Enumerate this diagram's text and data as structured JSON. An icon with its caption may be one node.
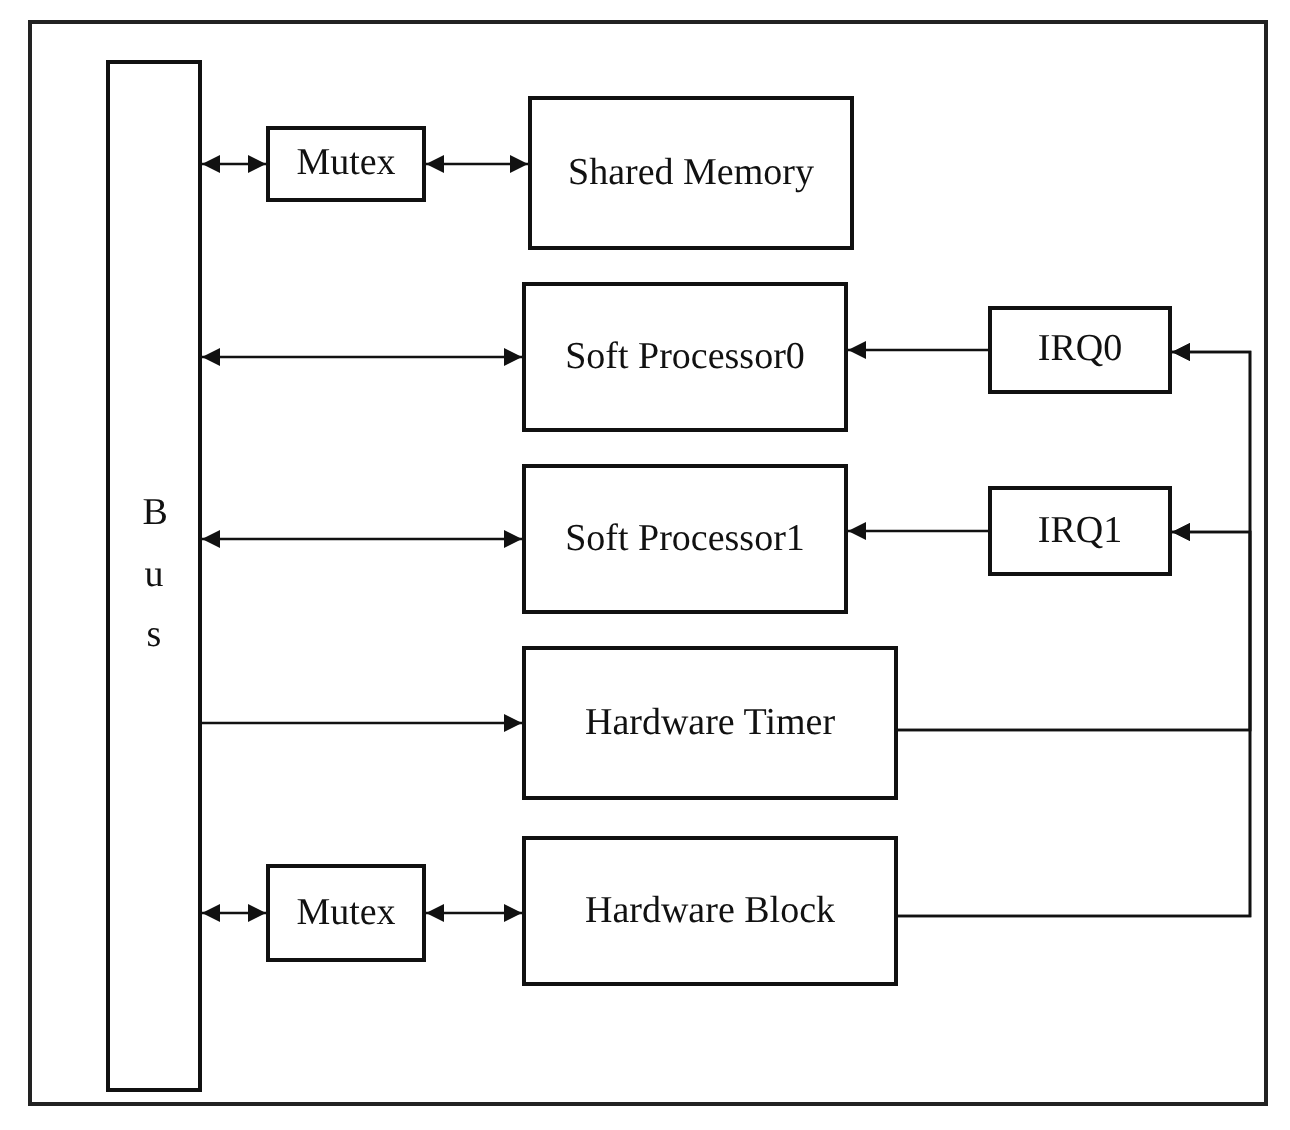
{
  "diagram": {
    "nodes": [
      {
        "text": [
          "Bus"
        ]
      },
      {
        "text": [
          "Mutex"
        ]
      },
      {
        "text": [
          "Shared Memory"
        ]
      },
      {
        "text": [
          "Soft Processor0"
        ]
      },
      {
        "text": [
          "IRQ0"
        ]
      },
      {
        "text": [
          "Soft Processor1"
        ]
      },
      {
        "text": [
          "IRQ1"
        ]
      },
      {
        "text": [
          "Hardware Timer"
        ]
      },
      {
        "text": [
          "Mutex"
        ]
      },
      {
        "text": [
          "Hardware Block"
        ]
      }
    ],
    "edges": [
      {
        "from": 0,
        "to": 1,
        "arrow": "both"
      },
      {
        "from": 1,
        "to": 2,
        "arrow": "both"
      },
      {
        "from": 0,
        "to": 3,
        "arrow": "both"
      },
      {
        "from": 4,
        "to": 3,
        "arrow": "to"
      },
      {
        "from": 0,
        "to": 5,
        "arrow": "both"
      },
      {
        "from": 6,
        "to": 5,
        "arrow": "to"
      },
      {
        "from": 0,
        "to": 7,
        "arrow": "to"
      },
      {
        "from": 7,
        "to": 4,
        "arrow": "to"
      },
      {
        "from": 7,
        "to": 6,
        "arrow": "to"
      },
      {
        "from": 9,
        "to": 4,
        "arrow": "to"
      },
      {
        "from": 9,
        "to": 6,
        "arrow": "to"
      },
      {
        "from": 0,
        "to": 8,
        "arrow": "both"
      },
      {
        "from": 8,
        "to": 9,
        "arrow": "both"
      }
    ]
  }
}
